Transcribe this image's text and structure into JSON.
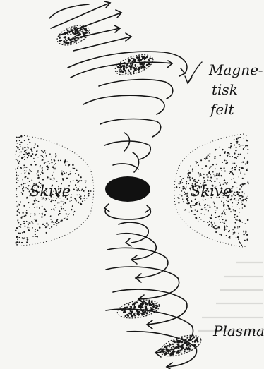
{
  "labels": {
    "magnetic_field": [
      "Magne-",
      "tisk",
      "felt"
    ],
    "disk_left": "Skive",
    "disk_right": "Skive",
    "plasma": "Plasma"
  },
  "colors": {
    "ink": "#141414",
    "paper": "#f6f6f3",
    "print_text": "#c8c8c4",
    "stipple": "#1a1a1a"
  }
}
